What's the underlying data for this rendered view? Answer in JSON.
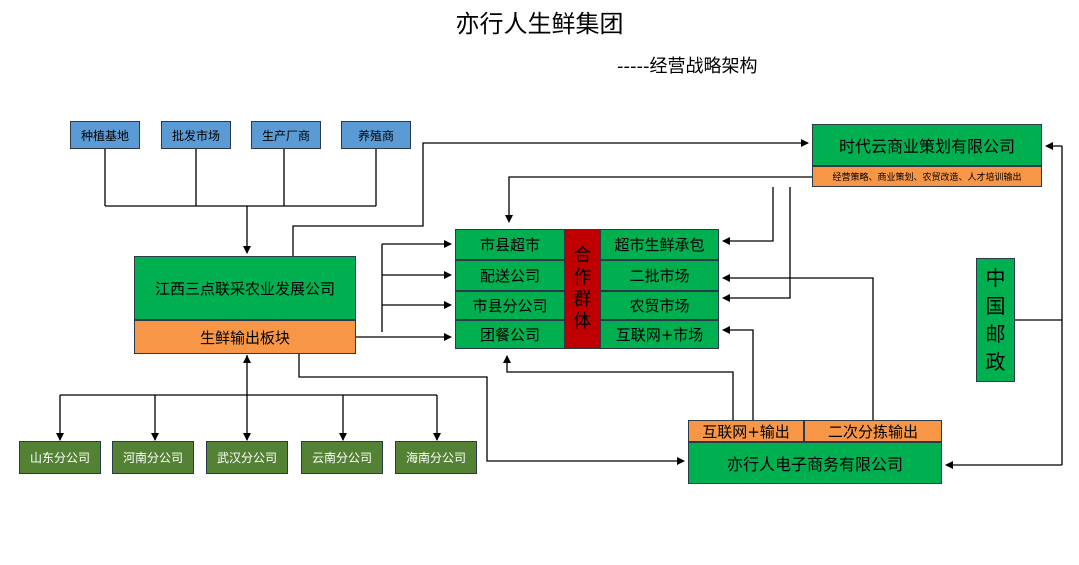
{
  "title": "亦行人生鲜集团",
  "subtitle": "-----经营战略架构",
  "sources": [
    "种植基地",
    "批发市场",
    "生产厂商",
    "养殖商"
  ],
  "jiangxi": {
    "name": "江西三点联采农业发展公司",
    "module": "生鲜输出板块"
  },
  "branches": [
    "山东分公司",
    "河南分公司",
    "武汉分公司",
    "云南分公司",
    "海南分公司"
  ],
  "coop": {
    "left": [
      "市县超市",
      "配送公司",
      "市县分公司",
      "团餐公司"
    ],
    "center": "合作群体",
    "right": [
      "超市生鲜承包",
      "二批市场",
      "农贸市场",
      "互联网+市场"
    ]
  },
  "shidai": {
    "name": "时代云商业策划有限公司",
    "services": "经营策略、商业策划、农贸改造、人才培训输出"
  },
  "post": "中国邮政",
  "ecommerce": {
    "name": "亦行人电子商务有限公司",
    "tab_left": "互联网+输出",
    "tab_right": "二次分拣输出"
  },
  "colors": {
    "source": "#5b9bd5",
    "branch": "#548235",
    "green": "#00b050",
    "orange": "#f79646",
    "red": "#c00000"
  }
}
